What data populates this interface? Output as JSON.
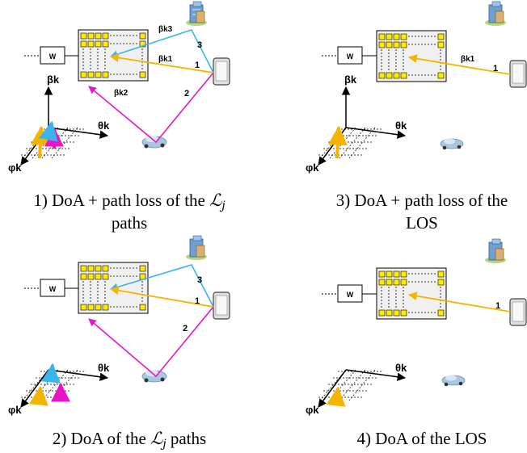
{
  "panels": [
    {
      "id": "p1",
      "caption_line1_pre": "1) DoA + path loss of the ",
      "caption_math": "ℒ",
      "caption_sub": "j",
      "caption_line2": "paths",
      "labels": {
        "w": "W",
        "beta_k3": "βk3",
        "beta_k1": "βk1",
        "beta_k2": "βk2",
        "path1": "1",
        "path2": "2",
        "path3": "3",
        "beta_k": "βk",
        "theta_k": "θk",
        "phi_k": "φk"
      }
    },
    {
      "id": "p2",
      "caption_pre": "2) DoA of the ",
      "caption_math": "ℒ",
      "caption_sub": "j",
      "caption_post": " paths",
      "labels": {
        "w": "W",
        "path1": "1",
        "path2": "2",
        "path3": "3",
        "theta_k": "θk",
        "phi_k": "φk"
      }
    },
    {
      "id": "p3",
      "caption_line1": "3) DoA + path loss of the",
      "caption_line2": "LOS",
      "labels": {
        "w": "W",
        "beta_k1": "βk1",
        "path1": "1",
        "beta_k": "βk",
        "theta_k": "θk",
        "phi_k": "φk"
      }
    },
    {
      "id": "p4",
      "caption_line1": "4) DoA of the LOS",
      "labels": {
        "w": "W",
        "path1": "1",
        "theta_k": "θk",
        "phi_k": "φk"
      }
    }
  ],
  "colors": {
    "path1": "#f5b400",
    "path2": "#e815c8",
    "path3": "#3ab4ea",
    "antenna": "#ffea00",
    "car": "#a8c6df"
  },
  "icons": [
    "building-icon",
    "phone-icon",
    "car-icon"
  ]
}
